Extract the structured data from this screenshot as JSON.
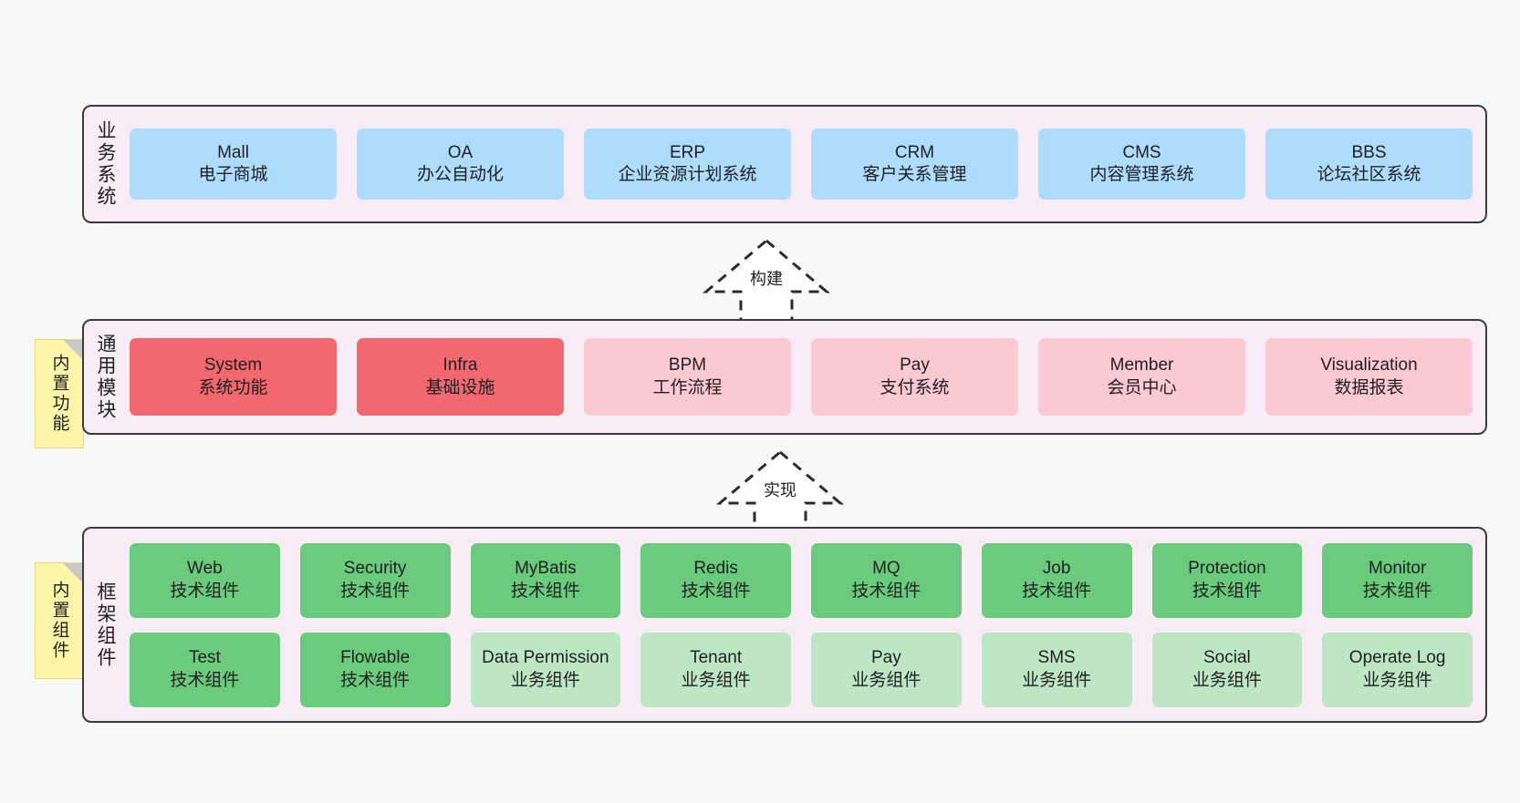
{
  "diagram": {
    "background": "#f8f8f8",
    "panel_background": "#f8edf6",
    "panel_border": "#3b3b3b",
    "colors": {
      "business": "#aedcfc",
      "module_core": "#f2686e",
      "module_optional": "#fbc9d2",
      "tech_component": "#6acb7c",
      "biz_component": "#bde6c4",
      "note": "#fdf6a8"
    }
  },
  "layers": {
    "business": {
      "title": "业务系统",
      "items": [
        {
          "name": "Mall",
          "desc": "电子商城"
        },
        {
          "name": "OA",
          "desc": "办公自动化"
        },
        {
          "name": "ERP",
          "desc": "企业资源计划系统"
        },
        {
          "name": "CRM",
          "desc": "客户关系管理"
        },
        {
          "name": "CMS",
          "desc": "内容管理系统"
        },
        {
          "name": "BBS",
          "desc": "论坛社区系统"
        }
      ]
    },
    "modules": {
      "title": "通用模块",
      "note": "内置功能",
      "items": [
        {
          "name": "System",
          "desc": "系统功能",
          "style": "c-red"
        },
        {
          "name": "Infra",
          "desc": "基础设施",
          "style": "c-red"
        },
        {
          "name": "BPM",
          "desc": "工作流程",
          "style": "c-pink"
        },
        {
          "name": "Pay",
          "desc": "支付系统",
          "style": "c-pink"
        },
        {
          "name": "Member",
          "desc": "会员中心",
          "style": "c-pink"
        },
        {
          "name": "Visualization",
          "desc": "数据报表",
          "style": "c-pink"
        }
      ]
    },
    "framework": {
      "title": "框架组件",
      "note": "内置组件",
      "row1": [
        {
          "name": "Web",
          "desc": "技术组件",
          "style": "c-green"
        },
        {
          "name": "Security",
          "desc": "技术组件",
          "style": "c-green"
        },
        {
          "name": "MyBatis",
          "desc": "技术组件",
          "style": "c-green"
        },
        {
          "name": "Redis",
          "desc": "技术组件",
          "style": "c-green"
        },
        {
          "name": "MQ",
          "desc": "技术组件",
          "style": "c-green"
        },
        {
          "name": "Job",
          "desc": "技术组件",
          "style": "c-green"
        },
        {
          "name": "Protection",
          "desc": "技术组件",
          "style": "c-green"
        },
        {
          "name": "Monitor",
          "desc": "技术组件",
          "style": "c-green"
        }
      ],
      "row2": [
        {
          "name": "Test",
          "desc": "技术组件",
          "style": "c-green"
        },
        {
          "name": "Flowable",
          "desc": "技术组件",
          "style": "c-green"
        },
        {
          "name": "Data Permission",
          "desc": "业务组件",
          "style": "c-lightgreen"
        },
        {
          "name": "Tenant",
          "desc": "业务组件",
          "style": "c-lightgreen"
        },
        {
          "name": "Pay",
          "desc": "业务组件",
          "style": "c-lightgreen"
        },
        {
          "name": "SMS",
          "desc": "业务组件",
          "style": "c-lightgreen"
        },
        {
          "name": "Social",
          "desc": "业务组件",
          "style": "c-lightgreen"
        },
        {
          "name": "Operate Log",
          "desc": "业务组件",
          "style": "c-lightgreen"
        }
      ]
    }
  },
  "arrows": [
    {
      "label": "构建"
    },
    {
      "label": "实现"
    }
  ]
}
